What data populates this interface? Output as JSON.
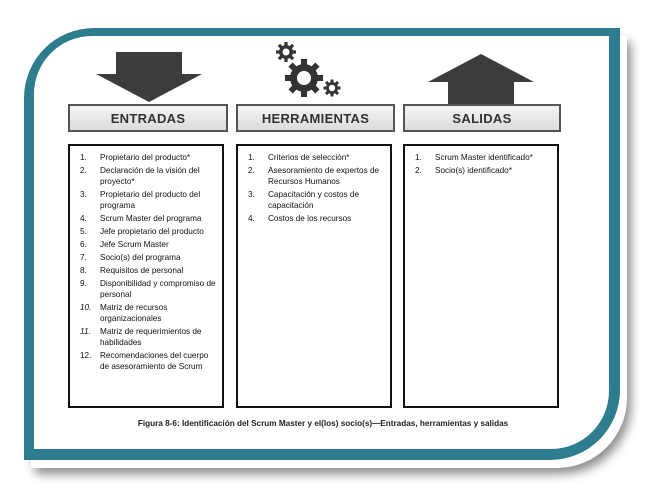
{
  "columns": {
    "entradas": {
      "title": "ENTRADAS",
      "items": [
        {
          "num": "1.",
          "text": "Propietario del producto*"
        },
        {
          "num": "2.",
          "text": "Declaración de la visión del proyecto*"
        },
        {
          "num": "3.",
          "text": "Propietario del producto del programa"
        },
        {
          "num": "4.",
          "text": "Scrum Master del programa"
        },
        {
          "num": "5.",
          "text": "Jefe propietario del producto"
        },
        {
          "num": "6.",
          "text": "Jefe Scrum Master"
        },
        {
          "num": "7.",
          "text": "Socio(s) del programa"
        },
        {
          "num": "8.",
          "text": "Requisitos de personal"
        },
        {
          "num": "9.",
          "text": "Disponibilidad y compromiso de personal"
        },
        {
          "num": "10.",
          "text": "Matriz de recursos organizacionales"
        },
        {
          "num": "11.",
          "text": "Matriz de requerimientos de habilidades"
        },
        {
          "num": "12.",
          "text": "Recomendaciones del cuerpo de asesoramiento de Scrum"
        }
      ]
    },
    "herramientas": {
      "title": "HERRAMIENTAS",
      "items": [
        {
          "num": "1.",
          "text": "Criterios de selección*"
        },
        {
          "num": "2.",
          "text": "Asesoramiento de expertos de Recursos Humanos"
        },
        {
          "num": "3.",
          "text": "Capacitación y costos de capacitación"
        },
        {
          "num": "4.",
          "text": "Costos de los recursos"
        }
      ]
    },
    "salidas": {
      "title": "SALIDAS",
      "items": [
        {
          "num": "1.",
          "text": "Scrum Master identificado*"
        },
        {
          "num": "2.",
          "text": "Socio(s) identificado*"
        }
      ]
    }
  },
  "caption": "Figura 8-6: Identificación del Scrum Master y el(los) socio(s)—Entradas, herramientas y salidas",
  "colors": {
    "frame": "#2d7d8e",
    "arrow": "#3c3c3c",
    "gear": "#333333"
  }
}
